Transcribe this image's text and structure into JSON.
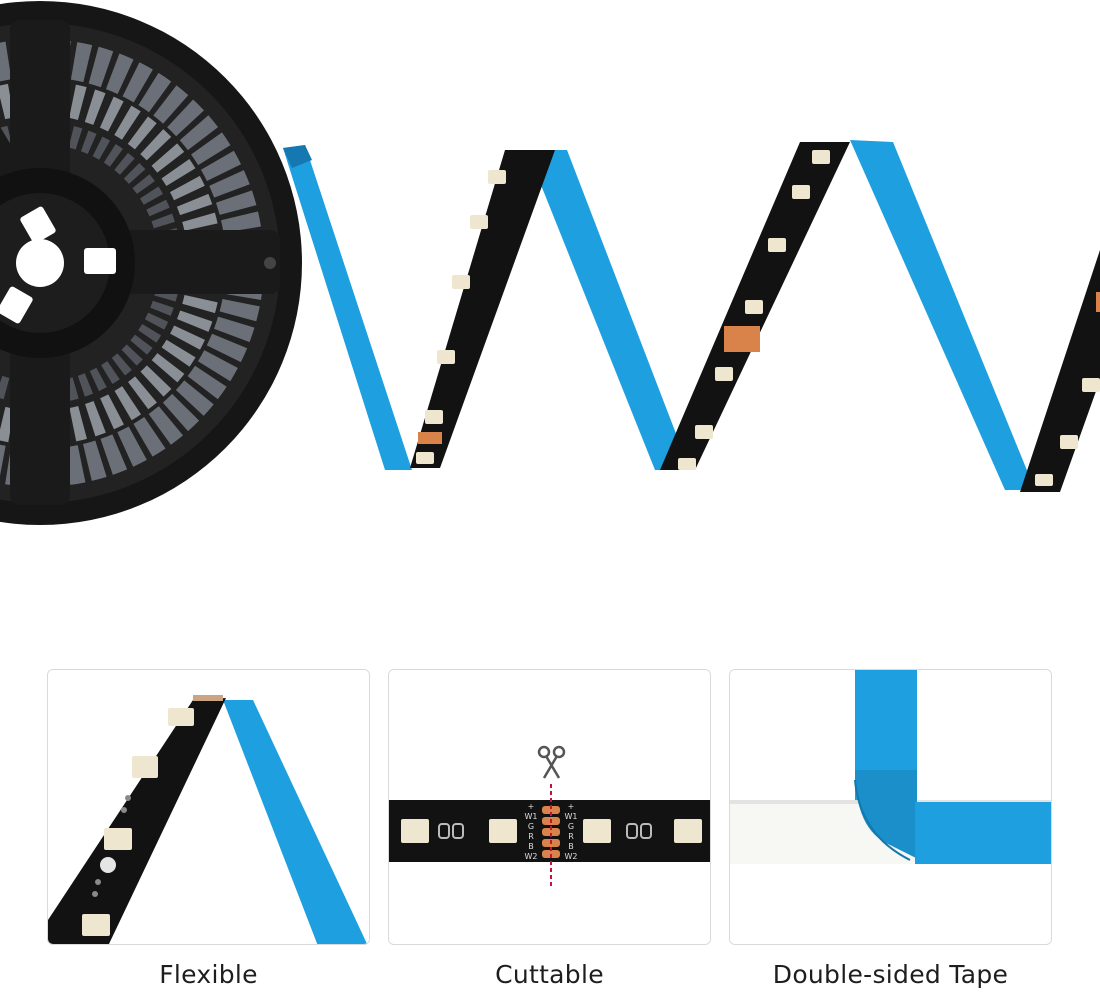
{
  "colors": {
    "tape_blue": "#1d9fe0",
    "strip_black": "#121212",
    "copper_pad": "#d9824a",
    "cut_line": "#c0143c",
    "reel_black": "#1b1b1b"
  },
  "hero": {
    "description_icons": [
      "led-reel-icon",
      "led-strip-icon"
    ]
  },
  "features": [
    {
      "label": "Flexible",
      "icon": "flexible-strip-icon"
    },
    {
      "label": "Cuttable",
      "icon": "scissors-icon"
    },
    {
      "label": "Double-sided Tape",
      "icon": "tape-icon"
    }
  ],
  "cut_marks": {
    "left": [
      "+",
      "W1",
      "G",
      "R",
      "B",
      "W2"
    ],
    "right": [
      "+",
      "W1",
      "G",
      "R",
      "B",
      "W2"
    ]
  }
}
